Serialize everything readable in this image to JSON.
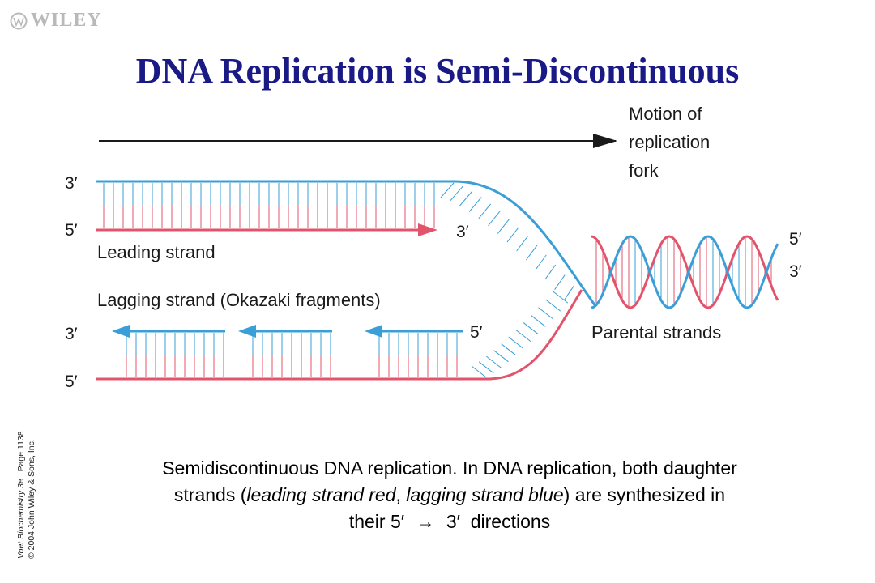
{
  "branding": {
    "logo": "WILEY"
  },
  "slide": {
    "title": "DNA Replication is Semi-Discontinuous"
  },
  "diagram": {
    "motion_label_lines": [
      "Motion of",
      "replication",
      "fork"
    ],
    "leading_strand_label": "Leading strand",
    "lagging_strand_label": "Lagging strand (Okazaki fragments)",
    "parental_strands_label": "Parental strands",
    "end_labels": {
      "top_left_3": "3′",
      "mid_left_5": "5′",
      "leading_end_3": "3′",
      "lagging_left_3": "3′",
      "lagging_left_5": "5′",
      "lagging_fragment_5": "5′",
      "parental_5": "5′",
      "parental_3": "3′"
    },
    "colors": {
      "leading": "#e2546b",
      "lagging": "#3a9fd6",
      "arrow": "#1a1a1a"
    }
  },
  "caption": {
    "line1": "Semidiscontinuous DNA replication. In DNA replication, both daughter",
    "line2_pre": "strands (",
    "line2_leading": "leading strand red",
    "line2_sep": ", ",
    "line2_lagging": "lagging strand blue",
    "line2_post": ") are synthesized in",
    "line3_pre": "their 5′",
    "line3_arrow": "→",
    "line3_post": "3′  directions"
  },
  "credit": {
    "book_title": "Voet Biochemistry 3e",
    "page": "Page 1138",
    "copyright": "© 2004 John Wiley & Sons, Inc."
  }
}
